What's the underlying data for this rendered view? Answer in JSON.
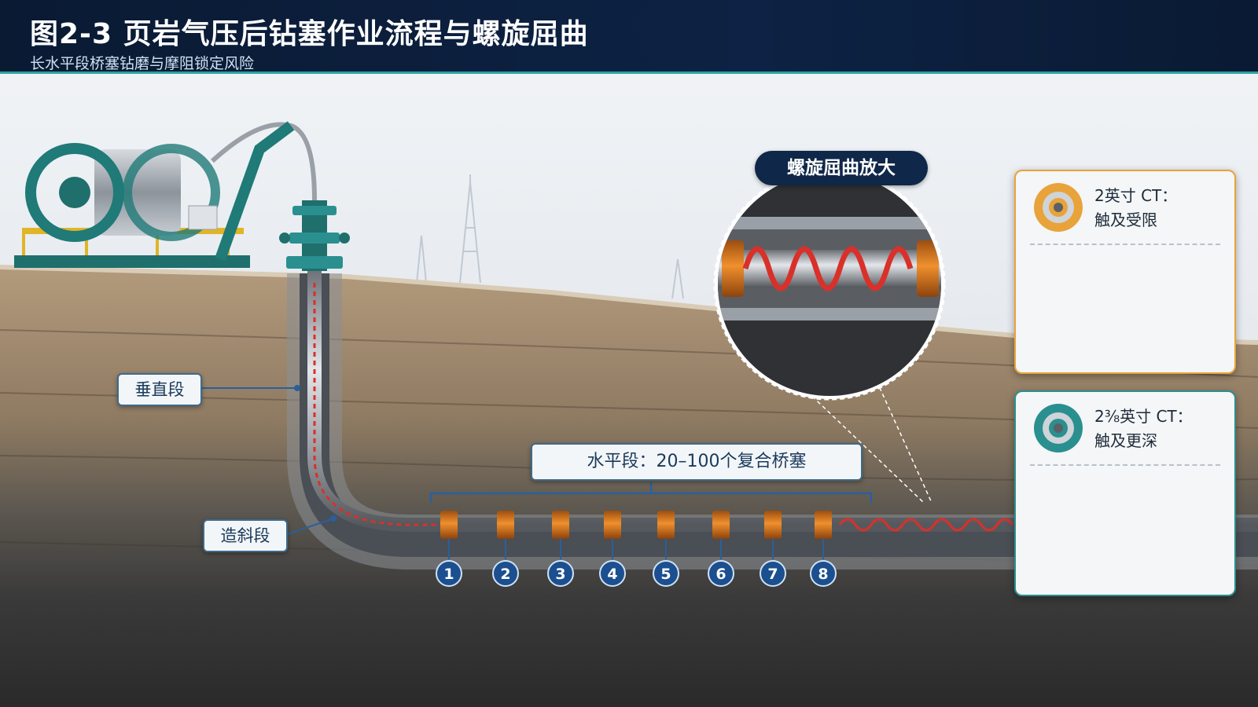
{
  "header": {
    "title": "图2-3 页岩气压后钻塞作业流程与螺旋屈曲",
    "subtitle": "长水平段桥塞钻磨与摩阻锁定风险"
  },
  "labels": {
    "vertical": "垂直段",
    "build": "造斜段",
    "horizontal": "水平段：20–100个复合桥塞"
  },
  "plugs": [
    "1",
    "2",
    "3",
    "4",
    "5",
    "6",
    "7",
    "8"
  ],
  "zoom": {
    "title": "螺旋屈曲放大"
  },
  "cards": [
    {
      "line1": "2英寸 CT：",
      "line2": "触及受限",
      "color": "#e8a33a"
    },
    {
      "line1": "2⅜英寸 CT：",
      "line2": "触及更深",
      "color": "#2a8f8f"
    }
  ],
  "colors": {
    "header_bg": "#0a1a33",
    "accent_teal": "#2aa3a0",
    "plug_orange": "#e8862a",
    "helix_red": "#d9302a",
    "label_border": "#3e6a8c"
  }
}
